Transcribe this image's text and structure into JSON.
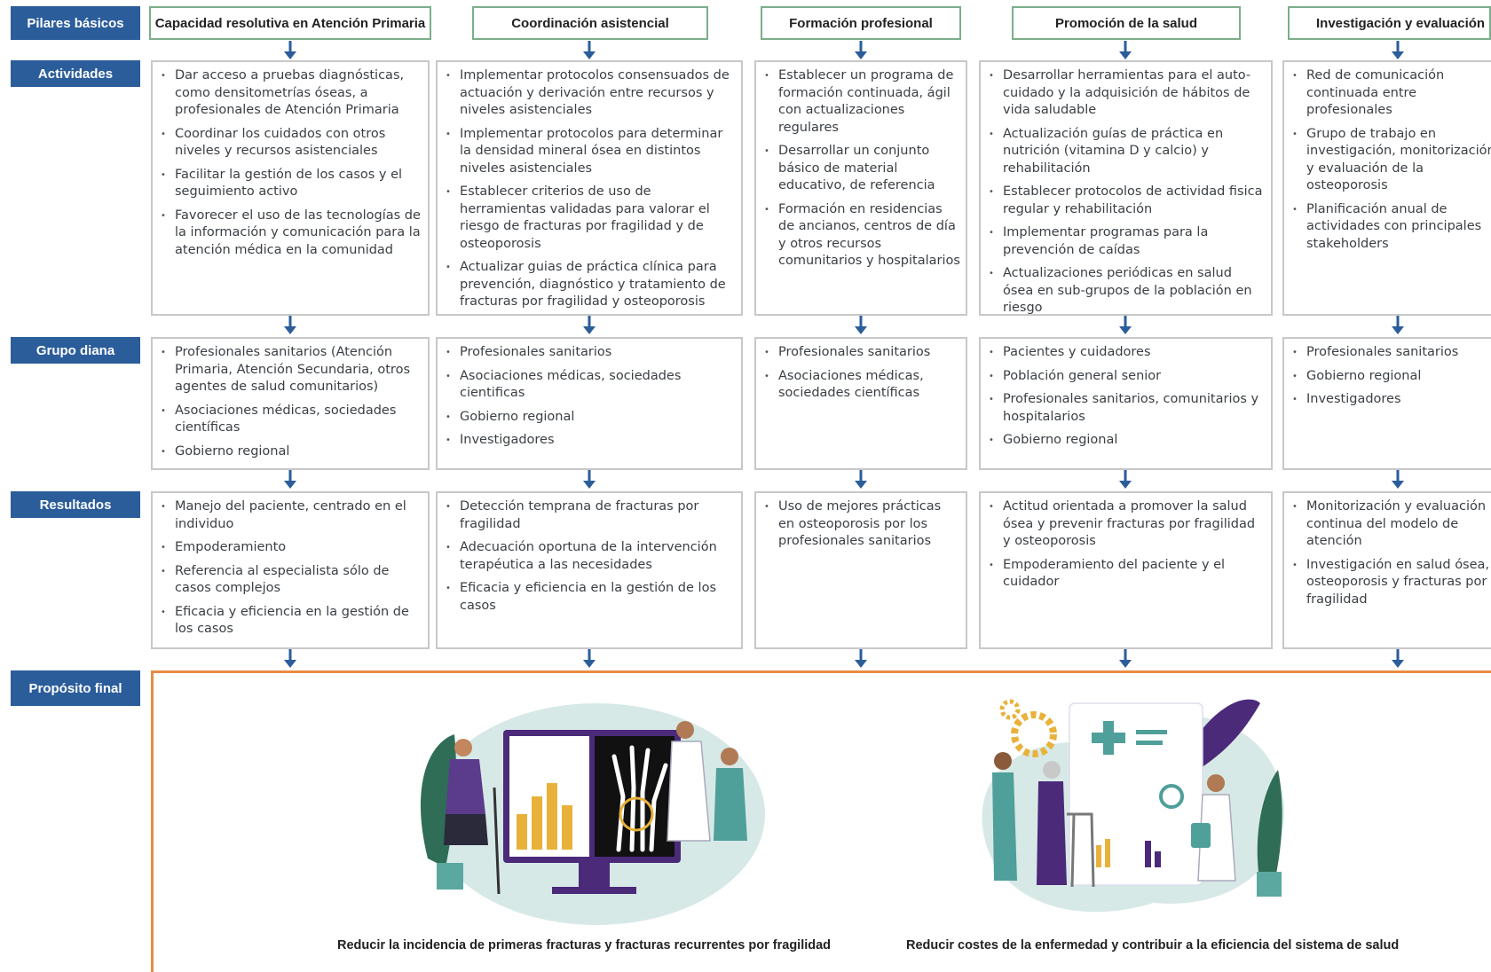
{
  "row_labels": {
    "pilares": "Pilares básicos",
    "actividades": "Actividades",
    "grupo": "Grupo diana",
    "resultados": "Resultados",
    "proposito": "Propósito final"
  },
  "pillars": [
    "Capacidad resolutiva en Atención Primaria",
    "Coordinación asistencial",
    "Formación profesional",
    "Promoción de la salud",
    "Investigación y evaluación"
  ],
  "actividades": [
    [
      "Dar acceso a pruebas diagnósticas, como densitometrías óseas,  a profesionales de Atención Primaria",
      "Coordinar los cuidados con otros niveles y recursos asistenciales",
      "Facilitar la gestión de los casos y el seguimiento activo",
      "Favorecer el uso de las tecnologías de la información y comunicación para la atención médica en la comunidad"
    ],
    [
      "Implementar protocolos consensuados de actuación y derivación entre recursos y niveles asistenciales",
      "Implementar protocolos para determinar la densidad mineral ósea en distintos niveles asistenciales",
      "Establecer criterios de uso de herramientas validadas para valorar el riesgo de fracturas por fragilidad y de osteoporosis",
      "Actualizar guias de práctica clínica para prevención, diagnóstico y tratamiento de fracturas por fragilidad y  osteoporosis"
    ],
    [
      "Establecer un programa de formación continuada, ágil con actualizaciones regulares",
      "Desarrollar un conjunto básico de material educativo, de referencia",
      "Formación en residencias de ancianos, centros de día y otros recursos comunitarios y hospitalarios"
    ],
    [
      "Desarrollar herramientas para el auto-cuidado y la adquisición de hábitos de vida saludable",
      "Actualización guías de práctica en nutrición (vitamina D y calcio) y rehabilitación",
      "Establecer protocolos de actividad fisica regular y rehabilitación",
      "Implementar programas para la prevención de caídas",
      "Actualizaciones periódicas en salud ósea en sub-grupos de la población en riesgo"
    ],
    [
      "Red de comunicación continuada entre profesionales",
      "Grupo de trabajo en investigación, monitorización y evaluación de la osteoporosis",
      "Planificación anual de actividades con principales stakeholders"
    ]
  ],
  "grupo_diana": [
    [
      "Profesionales sanitarios (Atención Primaria, Atención Secundaria, otros agentes de salud comunitarios)",
      "Asociaciones médicas, sociedades científicas",
      "Gobierno regional"
    ],
    [
      "Profesionales sanitarios",
      "Asociaciones médicas, sociedades cientificas",
      "Gobierno regional",
      "Investigadores"
    ],
    [
      "Profesionales sanitarios",
      "Asociaciones médicas, sociedades científicas"
    ],
    [
      "Pacientes y cuidadores",
      "Población general senior",
      "Profesionales sanitarios, comunitarios y hospitalarios",
      "Gobierno regional"
    ],
    [
      "Profesionales sanitarios",
      "Gobierno regional",
      "Investigadores"
    ]
  ],
  "resultados": [
    [
      "Manejo del paciente, centrado en el individuo",
      "Empoderamiento",
      "Referencia al especialista sólo de casos complejos",
      "Eficacia y eficiencia en la gestión de los casos"
    ],
    [
      "Detección temprana de fracturas por fragilidad",
      "Adecuación oportuna de la intervención terapéutica a las necesidades",
      "Eficacia y eficiencia en la gestión de los casos"
    ],
    [
      "Uso de mejores prácticas en osteoporosis por los profesionales sanitarios"
    ],
    [
      "Actitud orientada a promover la salud ósea y prevenir fracturas por fragilidad y osteoporosis",
      "Empoderamiento del paciente y el cuidador"
    ],
    [
      "Monitorización y evaluación continua del modelo de atención",
      "Investigación en salud ósea, osteoporosis y fracturas por fragilidad"
    ]
  ],
  "proposito": [
    "Reducir la incidencia de primeras fracturas y fracturas recurrentes por fragilidad",
    "Reducir costes de la enfermedad y contribuir a la eficiencia del sistema de salud"
  ],
  "colors": {
    "label_blue": "#2b5d9b",
    "pillar_border": "#7cae8a",
    "arrow_blue": "#2b5d9b",
    "box_border": "#c8c8c8",
    "final_orange": "#e98b43"
  }
}
